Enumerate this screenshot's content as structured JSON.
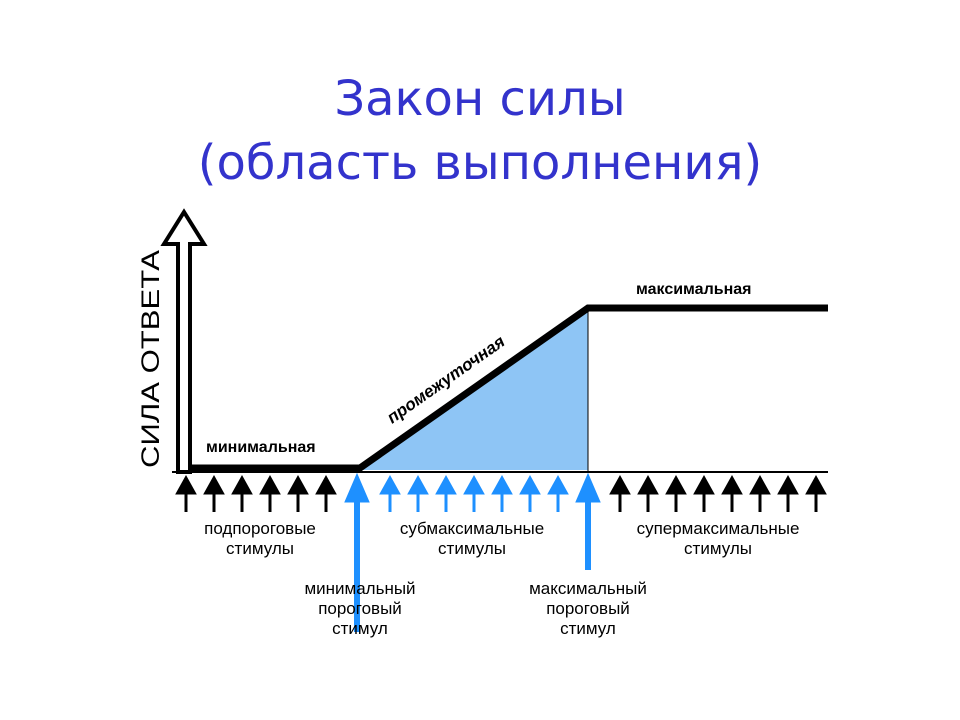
{
  "title": {
    "line1": "Закон силы",
    "line2": "(область выполнения)"
  },
  "colors": {
    "title": "#3333cc",
    "intermediate_fill": "#8ec5f5",
    "threshold_arrow": "#1e90ff",
    "line": "#000000"
  },
  "diagram": {
    "y_axis_label": "СИЛА ОТВЕТА",
    "levels": {
      "minimal": "минимальная",
      "intermediate": "промежуточная",
      "maximal": "максимальная"
    },
    "stimulus_groups": {
      "subthreshold": [
        "подпороговые",
        "стимулы"
      ],
      "submaximal": [
        "субмаксимальные",
        "стимулы"
      ],
      "supermaximal": [
        "супермаксимальные",
        "стимулы"
      ]
    },
    "threshold_markers": {
      "minimal_threshold": [
        "минимальный",
        "пороговый",
        "стимул"
      ],
      "maximal_threshold": [
        "максимальный",
        "пороговый",
        "стимул"
      ]
    }
  }
}
